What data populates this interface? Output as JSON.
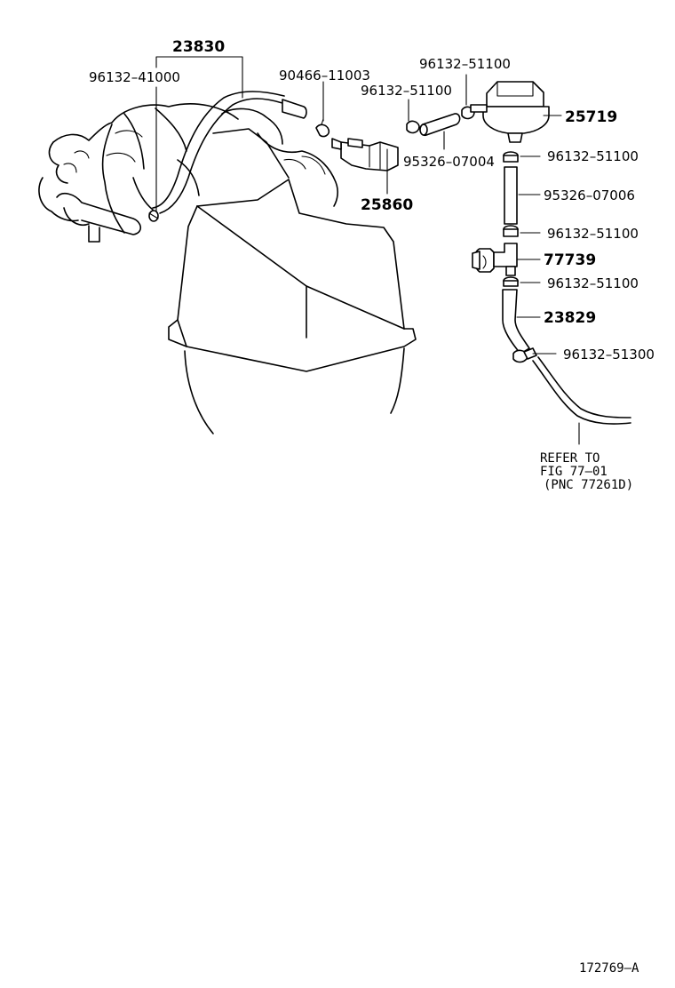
{
  "diagram": {
    "labels": {
      "l23830": "23830",
      "l96132_41000": "96132–41000",
      "l90466_11003": "90466–11003",
      "l96132_51100_top": "96132–51100",
      "l96132_51100_mid": "96132–51100",
      "l25719": "25719",
      "l96132_51100_a": "96132–51100",
      "l95326_07004": "95326–07004",
      "l95326_07006": "95326–07006",
      "l25860": "25860",
      "l96132_51100_b": "96132–51100",
      "l77739": "77739",
      "l96132_51100_c": "96132–51100",
      "l23829": "23829",
      "l96132_51300": "96132–51300"
    },
    "note": {
      "line1": "REFER TO",
      "line2": "FIG 77–01",
      "line3": "(PNC 77261D)"
    },
    "figure_id": "172769–A"
  }
}
